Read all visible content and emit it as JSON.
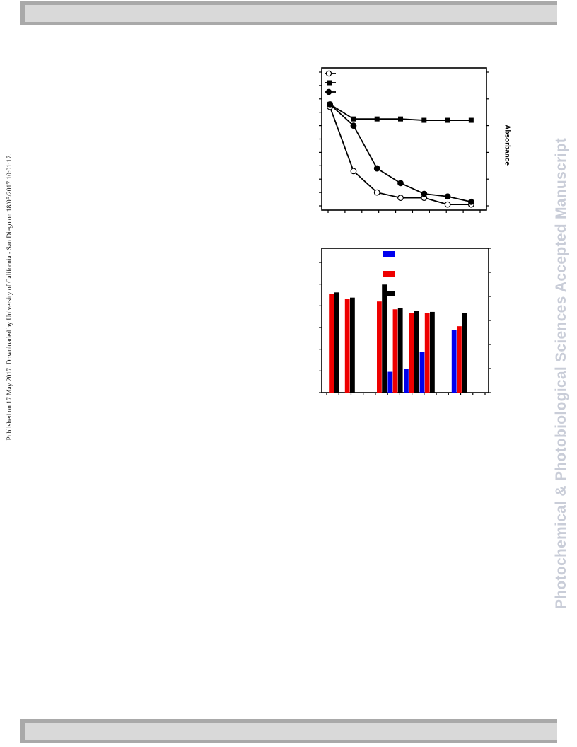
{
  "page": {
    "side_note": "Published on 17 May 2017. Downloaded by University of California - San Diego on 18/05/2017 10:01:17.",
    "watermark": "Photochemical & Photobiological Sciences Accepted Manuscript"
  },
  "colors": {
    "band_fill": "#d9d9d9",
    "band_edge": "#a9a9a9",
    "watermark": "#c9cdd8",
    "blue": "#0000ee",
    "red": "#ee0000",
    "black": "#000000"
  },
  "chart_data": [
    {
      "type": "line",
      "title": "",
      "ylabel": "",
      "y2label": "Absorbance",
      "x": [
        0,
        1,
        2,
        3,
        4,
        5,
        6
      ],
      "xlim": [
        -0.35,
        6.65
      ],
      "ylim": [
        0,
        1
      ],
      "series": [
        {
          "marker": "open-circle",
          "values": [
            0.74,
            0.26,
            0.1,
            0.06,
            0.06,
            0.01,
            0.01
          ]
        },
        {
          "marker": "filled-square",
          "values": [
            0.76,
            0.65,
            0.65,
            0.65,
            0.64,
            0.64,
            0.64
          ]
        },
        {
          "marker": "filled-circle",
          "values": [
            0.76,
            0.6,
            0.28,
            0.17,
            0.09,
            0.07,
            0.03
          ]
        }
      ],
      "legend": "top-left"
    },
    {
      "type": "bar",
      "title": "",
      "ylim": [
        0,
        100
      ],
      "groups": [
        {
          "blue": 0,
          "red": 76,
          "black": 77
        },
        {
          "blue": 0,
          "red": 72,
          "black": 73
        },
        {
          "blue": 0,
          "red": 0,
          "black": 0
        },
        {
          "blue": 0,
          "red": 70,
          "black": 83
        },
        {
          "blue": 16,
          "red": 64,
          "black": 65
        },
        {
          "blue": 18,
          "red": 61,
          "black": 63
        },
        {
          "blue": 31,
          "red": 61,
          "black": 62
        },
        {
          "blue": 0,
          "red": 0,
          "black": 0
        },
        {
          "blue": 48,
          "red": 51,
          "black": 61
        }
      ],
      "series_colors": [
        "blue",
        "red",
        "black"
      ],
      "legend": "top-center"
    }
  ]
}
